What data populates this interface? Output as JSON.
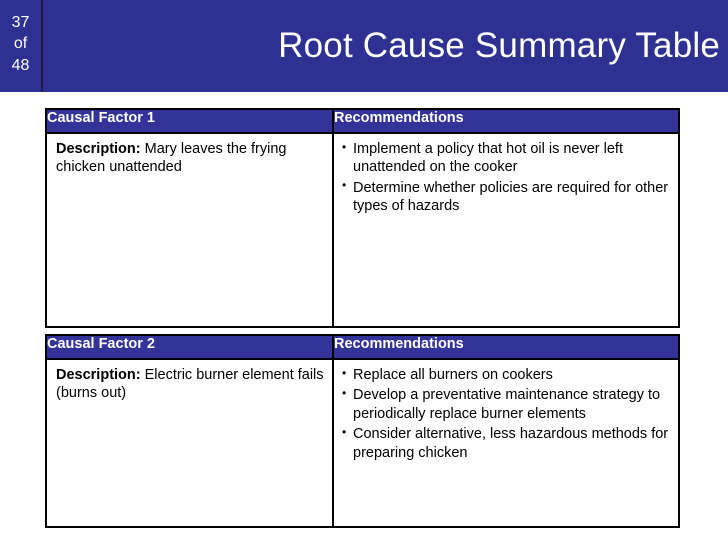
{
  "slide": {
    "counter": {
      "current": "37",
      "separator": "of",
      "total": "48"
    },
    "title": "Root Cause Summary Table",
    "accent_color": "#2f3192",
    "header_row_color": "#333399"
  },
  "table": {
    "groups": [
      {
        "factor_header": "Causal Factor 1",
        "recommendations_header": "Recommendations",
        "description_label": "Description:",
        "description_text": "Mary leaves the frying chicken unattended",
        "recommendations": [
          "Implement a policy that hot oil is never left unattended on the cooker",
          "Determine whether policies are required for other types of hazards"
        ]
      },
      {
        "factor_header": "Causal Factor 2",
        "recommendations_header": "Recommendations",
        "description_label": "Description:",
        "description_text": "Electric burner element fails (burns out)",
        "recommendations": [
          "Replace all burners on cookers",
          "Develop a preventative maintenance strategy to periodically replace burner elements",
          "Consider alternative, less hazardous methods for preparing chicken"
        ]
      }
    ]
  }
}
